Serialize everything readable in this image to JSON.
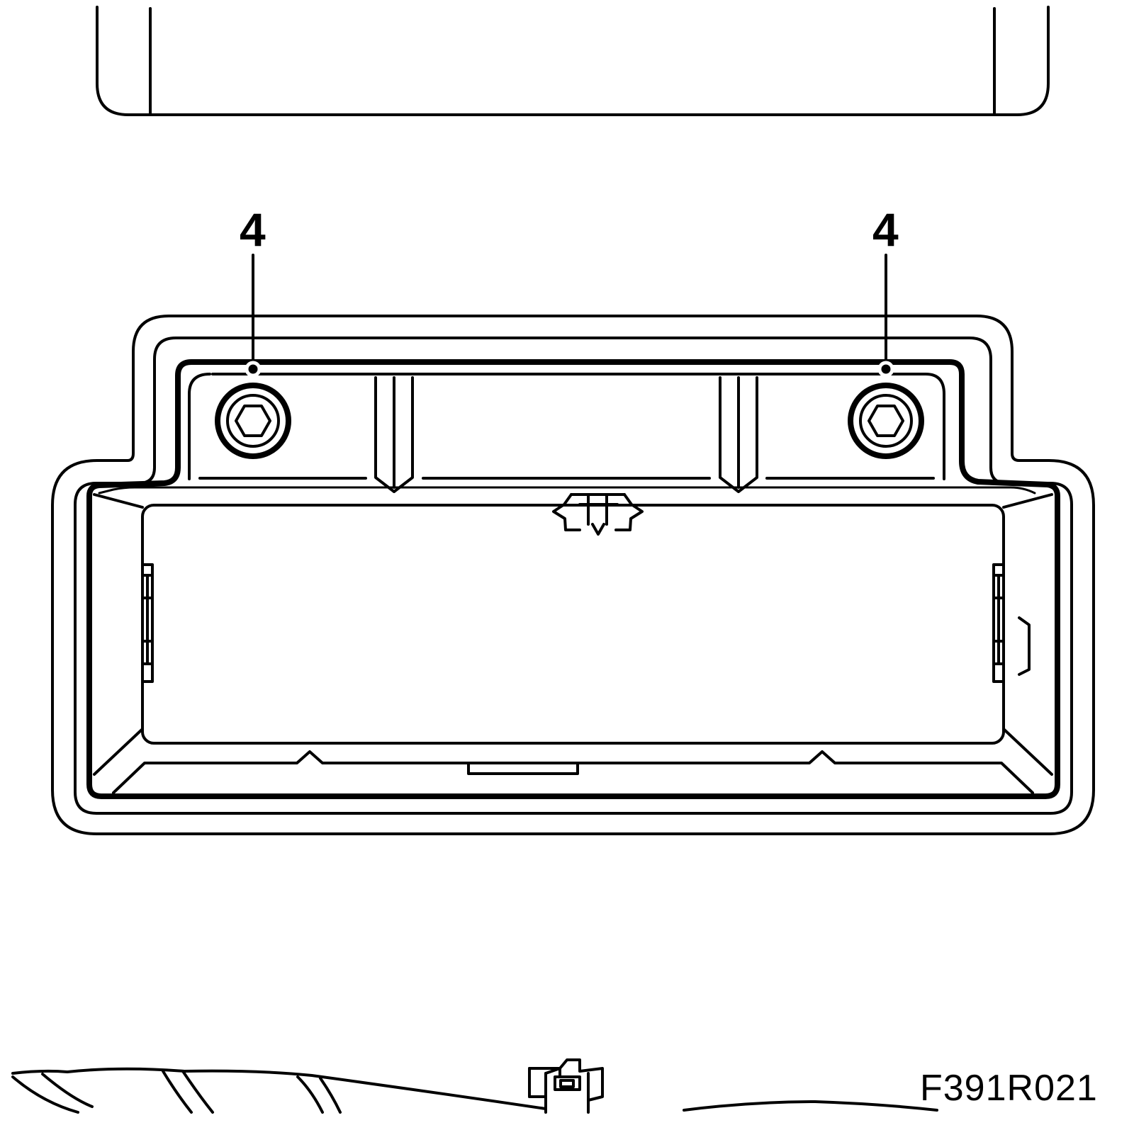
{
  "diagram": {
    "figure_code": "F391R021",
    "callouts": [
      {
        "label": "4",
        "part": "bolt"
      },
      {
        "label": "4",
        "part": "bolt"
      }
    ]
  }
}
